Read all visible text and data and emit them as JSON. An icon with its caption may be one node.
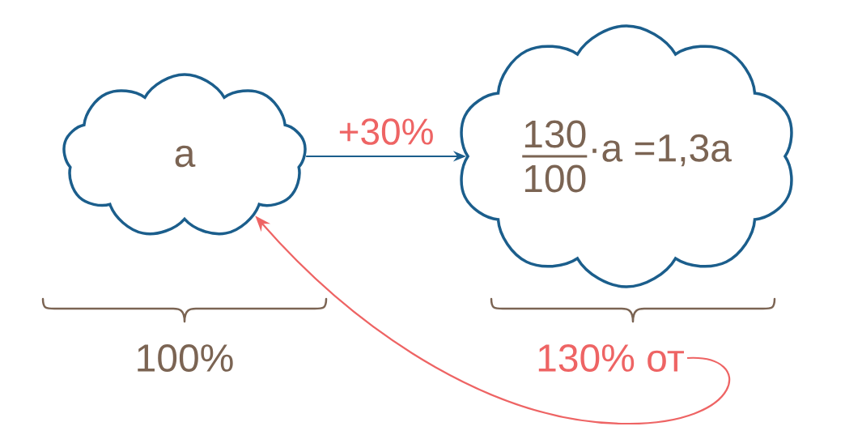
{
  "diagram": {
    "nodes": [
      {
        "text": [
          "a"
        ]
      },
      {
        "text": [
          "\\frac{\\mbox{130}}{\\mbox{100}}\\mbox{·a =1,3a}"
        ]
      },
      {
        "text": [
          "130% от"
        ]
      }
    ],
    "edges": [
      {
        "from": 0,
        "to": 1,
        "arrow": "to",
        "label": "+30%"
      },
      {
        "from": 2,
        "to": 0,
        "arrow": "to",
        "color": "#ee6464"
      }
    ],
    "labels": [
      "100%"
    ]
  }
}
